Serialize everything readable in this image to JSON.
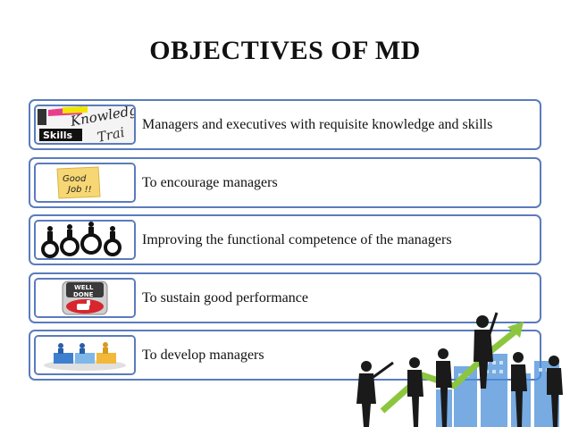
{
  "slide": {
    "title": "OBJECTIVES OF MD",
    "objectives": [
      {
        "text": "Managers and executives with requisite knowledge and skills",
        "image": "knowledge-skills-words-icon"
      },
      {
        "text": "To encourage managers",
        "image": "good-job-sticky-note-icon"
      },
      {
        "text": "Improving the functional competence of the managers",
        "image": "people-on-gears-icon"
      },
      {
        "text": "To sustain good performance",
        "image": "well-done-thumbs-up-badge-icon"
      },
      {
        "text": "To develop managers",
        "image": "teamwork-puzzle-icon"
      }
    ],
    "thumb_text": {
      "knowledge": "Knowledge",
      "skills": "Skills",
      "training": "Trai",
      "good": "Good",
      "job": "Job !!",
      "well": "WELL",
      "done": "DONE"
    },
    "colors": {
      "row_border": "#5b7bbd",
      "text": "#111111",
      "growth_arrow": "#8cc63f",
      "silhouette": "#1a1a1a",
      "skyline": "#4a90d9"
    }
  }
}
